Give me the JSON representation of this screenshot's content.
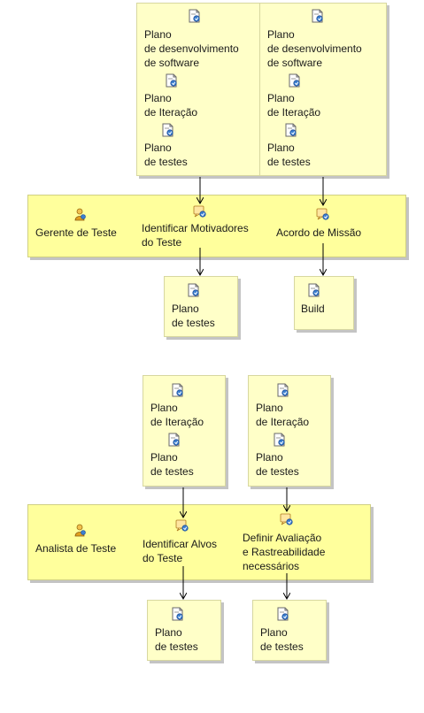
{
  "artifacts": {
    "dev_plan": [
      "Plano",
      "de desenvolvimento",
      "de software"
    ],
    "iteration_plan": [
      "Plano",
      "de Iteração"
    ],
    "test_plan": [
      "Plano",
      "de testes"
    ],
    "build": [
      "Build"
    ]
  },
  "lane1": {
    "role": "Gerente de Teste",
    "task1": [
      "Identificar Motivadores",
      "do Teste"
    ],
    "task2": [
      "Acordo de Missão"
    ]
  },
  "lane2": {
    "role": "Analista de Teste",
    "task1": [
      "Identificar Alvos",
      "do Teste"
    ],
    "task2": [
      "Definir Avaliação",
      "e Rastreabilidade",
      "necessários"
    ]
  },
  "icons": {
    "artifact": "document-artifact-icon",
    "role": "role-person-icon",
    "task": "task-icon"
  },
  "colors": {
    "artifact_box": "#ffffc8",
    "swimlane": "#ffff9c"
  }
}
